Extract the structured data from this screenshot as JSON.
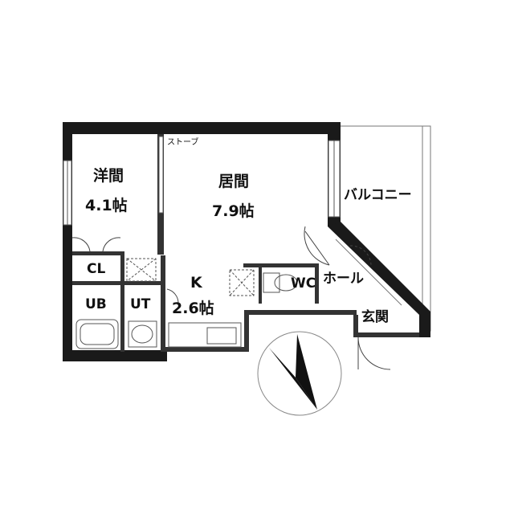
{
  "rooms": {
    "western_room": {
      "name": "洋間",
      "size": "4.1帖"
    },
    "living_room": {
      "name": "居間",
      "size": "7.9帖"
    },
    "kitchen": {
      "name": "K",
      "size": "2.6帖"
    },
    "balcony": {
      "name": "バルコニー"
    },
    "closet": {
      "name": "CL"
    },
    "bath": {
      "name": "UB"
    },
    "utility": {
      "name": "UT"
    },
    "toilet": {
      "name": "WC"
    },
    "hall": {
      "name": "ホール"
    },
    "entrance": {
      "name": "玄関"
    }
  },
  "fixtures": {
    "stove_label": "ストーブ"
  },
  "compass": {
    "icon": "north-arrow-icon"
  }
}
